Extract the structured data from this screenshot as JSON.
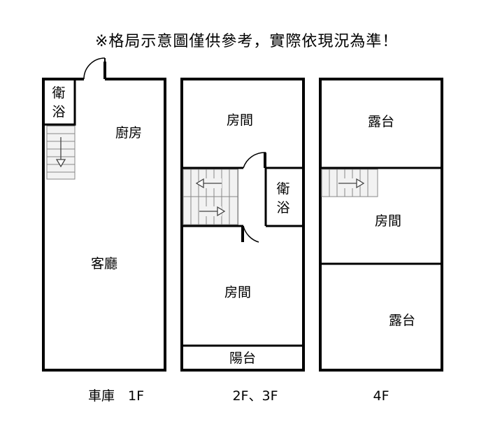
{
  "disclaimer": "※格局示意圖僅供參考，實際依現況為準！",
  "floors": [
    {
      "label": "車庫　1F",
      "rooms": {
        "bathroom": "衛浴",
        "kitchen": "廚房",
        "living": "客廳"
      }
    },
    {
      "label": "2F、3F",
      "rooms": {
        "room_top": "房間",
        "bathroom": "衛浴",
        "room_bottom": "房間",
        "balcony": "陽台"
      }
    },
    {
      "label": "4F",
      "rooms": {
        "terrace_top": "露台",
        "room": "房間",
        "terrace_bottom": "露台"
      }
    }
  ],
  "colors": {
    "wall": "#000000",
    "stair_fill": "#f2f2f2",
    "stair_line": "#888888"
  }
}
